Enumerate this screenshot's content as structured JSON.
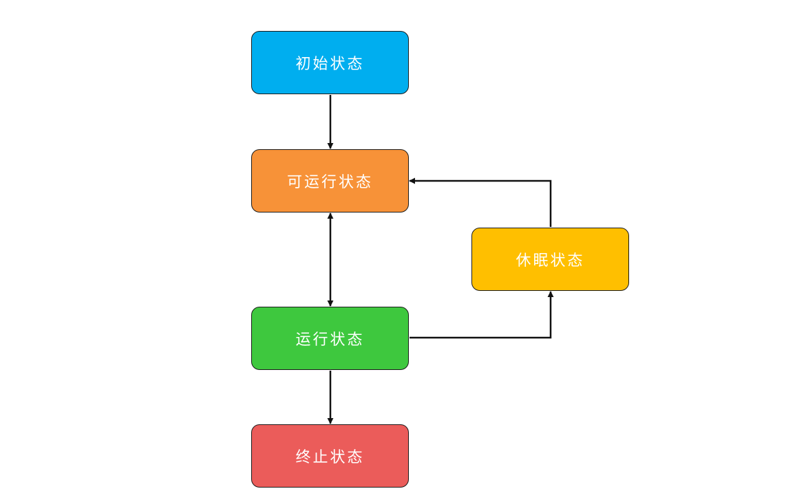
{
  "diagram": {
    "nodes": {
      "initial": {
        "label": "初始状态",
        "color": "#00aeef"
      },
      "runnable": {
        "label": "可运行状态",
        "color": "#f79238"
      },
      "running": {
        "label": "运行状态",
        "color": "#3ec83e"
      },
      "terminated": {
        "label": "终止状态",
        "color": "#eb5c5a"
      },
      "sleeping": {
        "label": "休眠状态",
        "color": "#ffbf00"
      }
    },
    "edges": [
      {
        "from": "初始状态",
        "to": "可运行状态",
        "direction": "one-way"
      },
      {
        "from": "可运行状态",
        "to": "运行状态",
        "direction": "two-way"
      },
      {
        "from": "运行状态",
        "to": "终止状态",
        "direction": "one-way"
      },
      {
        "from": "运行状态",
        "to": "休眠状态",
        "direction": "one-way"
      },
      {
        "from": "休眠状态",
        "to": "可运行状态",
        "direction": "one-way"
      }
    ],
    "line_color": "#111111"
  }
}
